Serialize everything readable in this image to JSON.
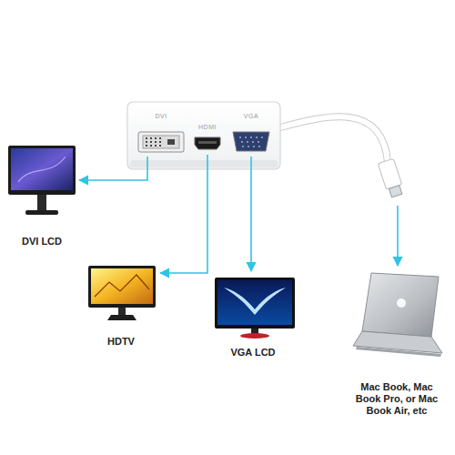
{
  "diagram": {
    "nodes": [
      {
        "text": [
          "DVI"
        ]
      },
      {
        "text": [
          "HDMI"
        ]
      },
      {
        "text": [
          "VGA"
        ]
      },
      {
        "text": [
          "DVI LCD"
        ]
      },
      {
        "text": [
          "HDTV"
        ]
      },
      {
        "text": [
          "VGA LCD"
        ]
      },
      {
        "text": [
          "Mac Book, Mac Book Pro, or Mac Book Air, etc"
        ]
      }
    ],
    "edges": [
      {
        "from": 0,
        "to": 3,
        "arrow": "to"
      },
      {
        "from": 1,
        "to": 4,
        "arrow": "to"
      },
      {
        "from": 2,
        "to": 5,
        "arrow": "to"
      }
    ]
  }
}
